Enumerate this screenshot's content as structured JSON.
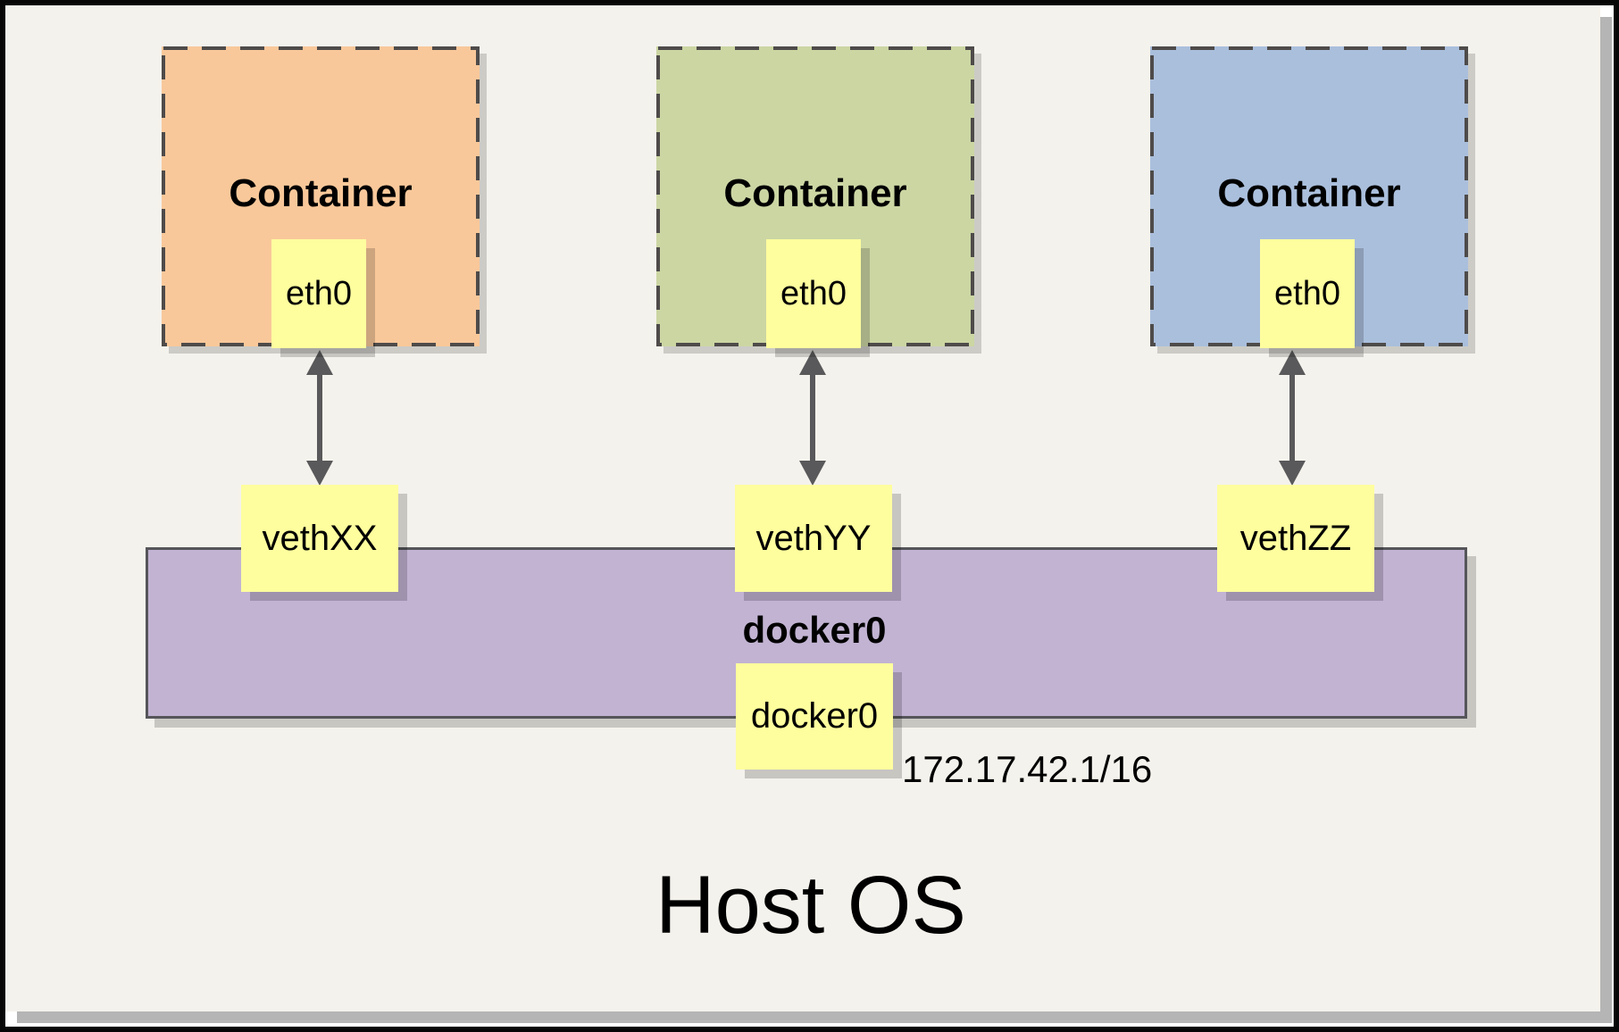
{
  "containers": [
    {
      "label": "Container",
      "interface_label": "eth0",
      "fill": "#F9C89A"
    },
    {
      "label": "Container",
      "interface_label": "eth0",
      "fill": "#CBD6A3"
    },
    {
      "label": "Container",
      "interface_label": "eth0",
      "fill": "#AABFDC"
    }
  ],
  "veths": [
    {
      "label": "vethXX"
    },
    {
      "label": "vethYY"
    },
    {
      "label": "vethZZ"
    }
  ],
  "bridge": {
    "label": "docker0",
    "interface_label": "docker0",
    "ip": "172.17.42.1/16",
    "fill": "#C2B3D3"
  },
  "host": {
    "label": "Host OS"
  },
  "colors": {
    "interface_yellow": "#FEFE9E",
    "page_background": "#F4F2EC",
    "dashed_border": "#4E4B4A",
    "arrow_gray": "#59595B",
    "frame_black": "#070707"
  }
}
